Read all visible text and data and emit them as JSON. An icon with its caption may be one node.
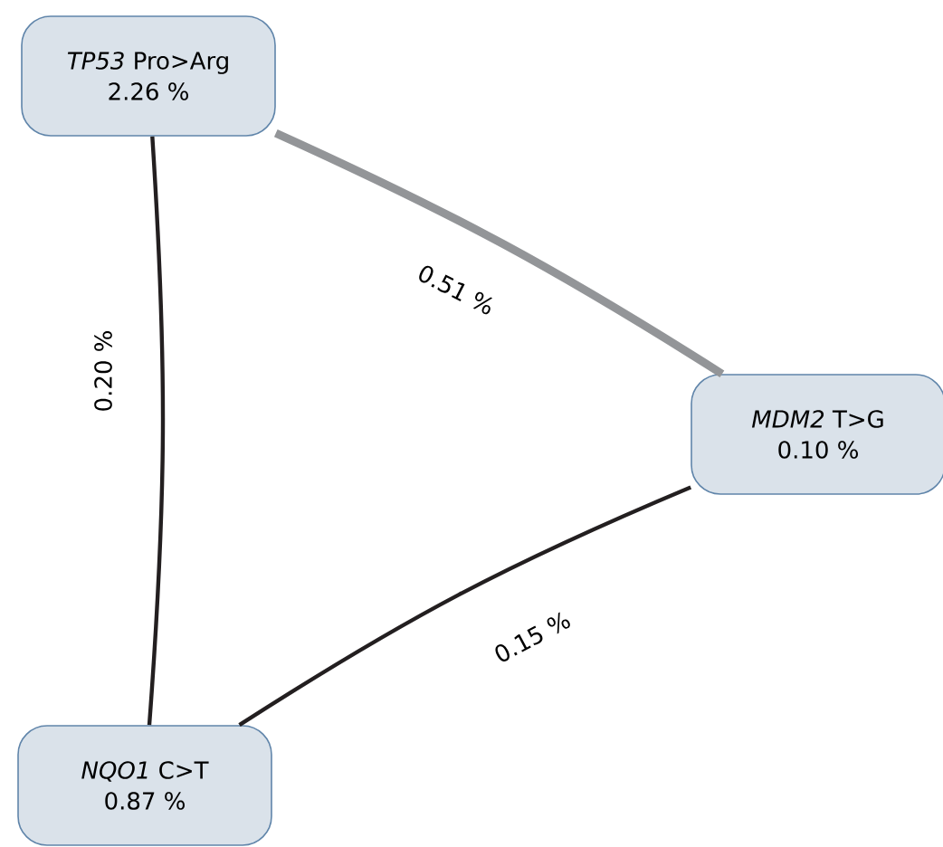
{
  "diagram": {
    "nodes": [
      {
        "text": [
          "*TP53* Pro>Arg",
          "2.26 %"
        ]
      },
      {
        "text": [
          "*MDM2* T>G",
          "0.10 %"
        ]
      },
      {
        "text": [
          "*NQO1* C>T",
          "0.87 %"
        ]
      }
    ],
    "edges": [
      {
        "from": 0,
        "to": 1,
        "arrow": "none",
        "label": "0.51 %",
        "style": "thick",
        "color": "#939598"
      },
      {
        "from": 0,
        "to": 2,
        "arrow": "none",
        "label": "0.20 %"
      },
      {
        "from": 2,
        "to": 1,
        "arrow": "none",
        "label": "0.15 %"
      }
    ]
  }
}
